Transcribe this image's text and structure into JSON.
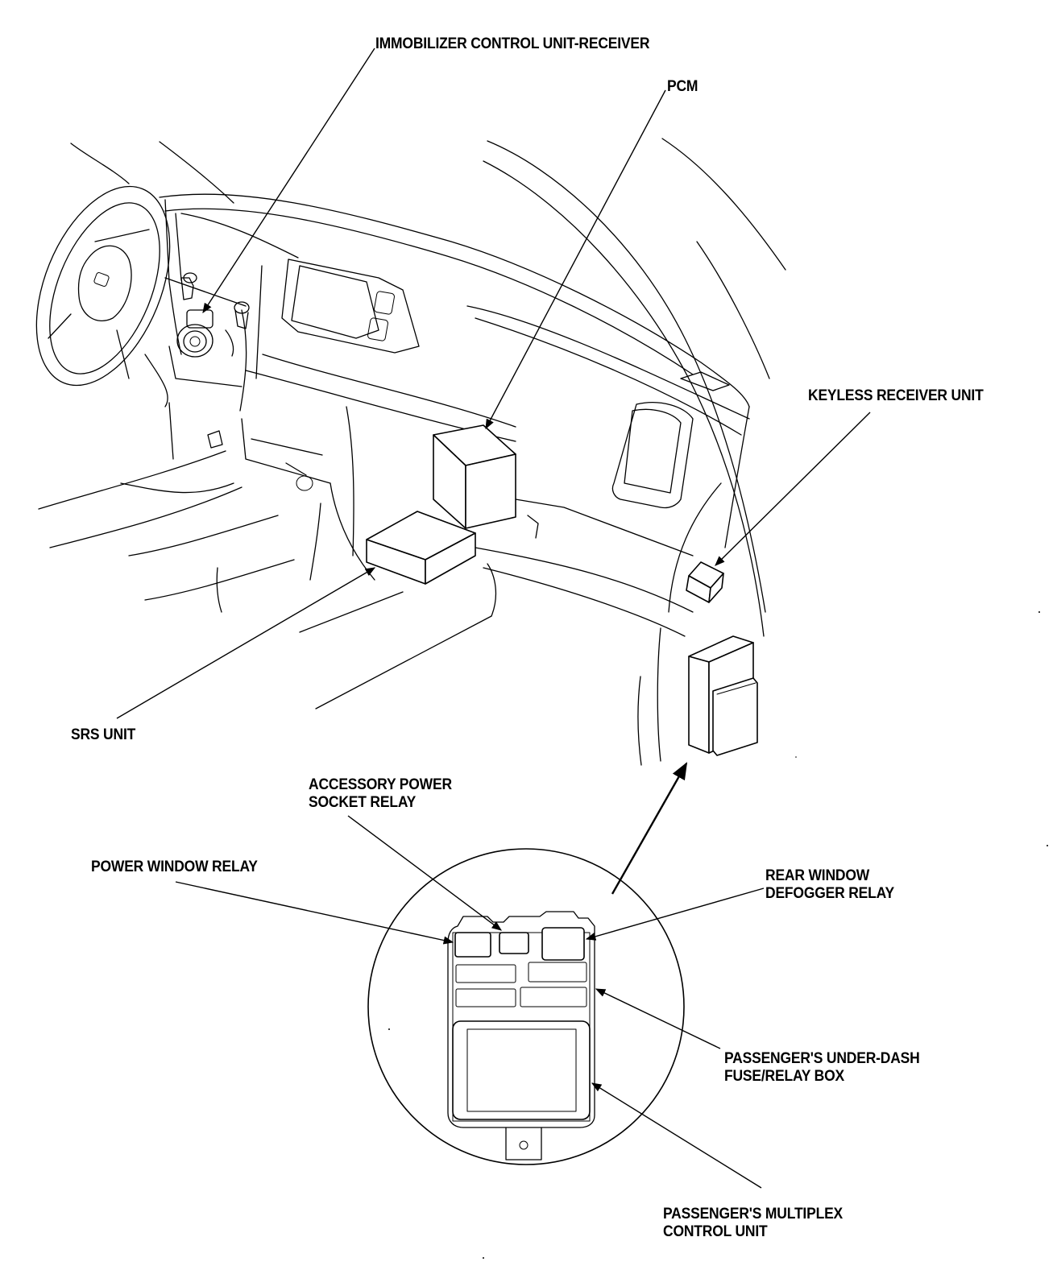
{
  "callouts": {
    "immobilizer": "IMMOBILIZER CONTROL UNIT-RECEIVER",
    "pcm": "PCM",
    "keyless": "KEYLESS RECEIVER UNIT",
    "srs": "SRS UNIT",
    "accessory_line1": "ACCESSORY POWER",
    "accessory_line2": "SOCKET RELAY",
    "power_window": "POWER WINDOW RELAY",
    "rear_defogger_line1": "REAR WINDOW",
    "rear_defogger_line2": "DEFOGGER RELAY",
    "fuse_box_line1": "PASSENGER'S UNDER-DASH",
    "fuse_box_line2": "FUSE/RELAY BOX",
    "multiplex_line1": "PASSENGER'S MULTIPLEX",
    "multiplex_line2": "CONTROL UNIT"
  },
  "colors": {
    "ink": "#000000",
    "paper": "#ffffff"
  }
}
